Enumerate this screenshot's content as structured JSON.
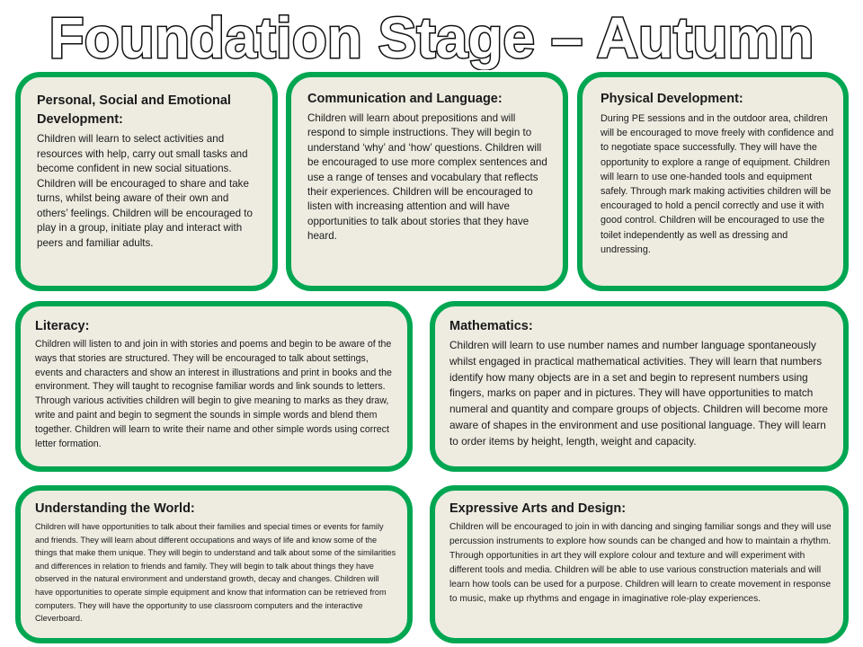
{
  "page": {
    "title": "Foundation Stage – Autumn",
    "colors": {
      "border": "#00a651",
      "card_bg": "#eeece1",
      "title_fill": "#ffffff",
      "title_outline": "#111111"
    }
  },
  "sections": {
    "psed": {
      "heading": "Personal, Social and Emotional Development:",
      "body": "Children will learn to select activities and resources with help, carry out small tasks and become confident in new social situations. Children will be encouraged to share and take turns, whilst being aware of their own and others’ feelings. Children will be encouraged to play in a group, initiate play and interact with peers and familiar adults."
    },
    "communication": {
      "heading": "Communication and Language:",
      "body": "Children will learn about prepositions and will respond to simple instructions. They will begin to understand ‘why’ and ‘how’ questions. Children will be encouraged to use more complex sentences and use a range of tenses and vocabulary that reflects their experiences. Children will be encouraged to listen with increasing attention and will have opportunities to talk about stories that they have heard."
    },
    "physical": {
      "heading": "Physical Development:",
      "body": "During PE sessions and in the outdoor area, children will be encouraged to move freely with confidence and to negotiate space successfully. They will have the opportunity to explore a range of equipment. Children will learn to use one-handed tools and equipment safely. Through mark making activities children will be encouraged to hold a pencil correctly and use it with good control. Children will be encouraged to use the toilet independently as well as dressing and undressing."
    },
    "literacy": {
      "heading": "Literacy:",
      "body": "Children will listen to and join in with stories and poems and begin to be aware of the ways that stories are structured. They will be encouraged to talk about settings, events and characters and show an interest in illustrations and print in books and the environment. They will taught to recognise familiar words and link sounds to letters. Through various activities children will begin to give meaning to marks as they draw, write and paint and begin to segment the sounds in simple words and blend them together. Children will learn to write their name and other simple words using correct letter formation."
    },
    "mathematics": {
      "heading": "Mathematics:",
      "body": "Children will learn to use number names and number language spontaneously whilst engaged in practical mathematical activities. They will learn that numbers identify how many objects are in a set and begin to represent numbers using fingers, marks on paper and in pictures. They will have opportunities to match numeral and quantity and compare groups of objects. Children will become more aware of shapes in the environment and use positional language. They will learn to order items by height, length, weight and capacity."
    },
    "world": {
      "heading": "Understanding the World:",
      "body": "Children will have opportunities to talk about their families and special times or events for family and friends. They will learn about different occupations and ways of life and know some of the things that make them unique. They will begin to understand and talk about some of the similarities and differences in relation to friends and family. They will begin to talk about things they have observed in the natural environment and understand growth, decay and changes. Children will have opportunities to operate simple equipment and know that information can be retrieved from computers. They will have the opportunity to use classroom computers and the interactive Cleverboard."
    },
    "arts": {
      "heading": "Expressive Arts and Design:",
      "body": "Children will be encouraged to join in with dancing and singing familiar songs and they will use percussion instruments to explore how sounds can be changed and how to maintain a rhythm. Through opportunities in art they will explore colour and texture and will experiment with different tools and media. Children will be able to use various construction materials and will learn how tools can be used for a purpose. Children will learn to create movement in response to music, make up rhythms and engage in imaginative role-play experiences."
    }
  }
}
